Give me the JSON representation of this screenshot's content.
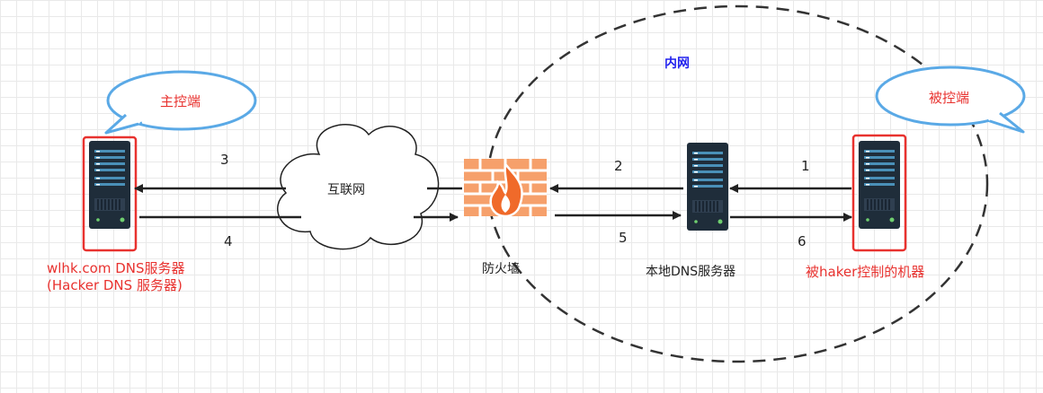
{
  "zones": {
    "intranet_label": "内网"
  },
  "bubbles": {
    "controller": "主控端",
    "controlled": "被控端"
  },
  "nodes": {
    "internet": "互联网",
    "firewall": "防火墙",
    "local_dns": "本地DNS服务器",
    "hacker_dns_line1": "wlhk.com DNS服务器",
    "hacker_dns_line2": "(Hacker DNS 服务器)",
    "victim": "被haker控制的机器"
  },
  "steps": [
    "1",
    "2",
    "3",
    "4",
    "5",
    "6"
  ],
  "colors": {
    "red": "#e8322f",
    "blue_bubble": "#5aa9e6",
    "server_dark": "#1f2d3a",
    "firewall": "#f08a4b"
  }
}
